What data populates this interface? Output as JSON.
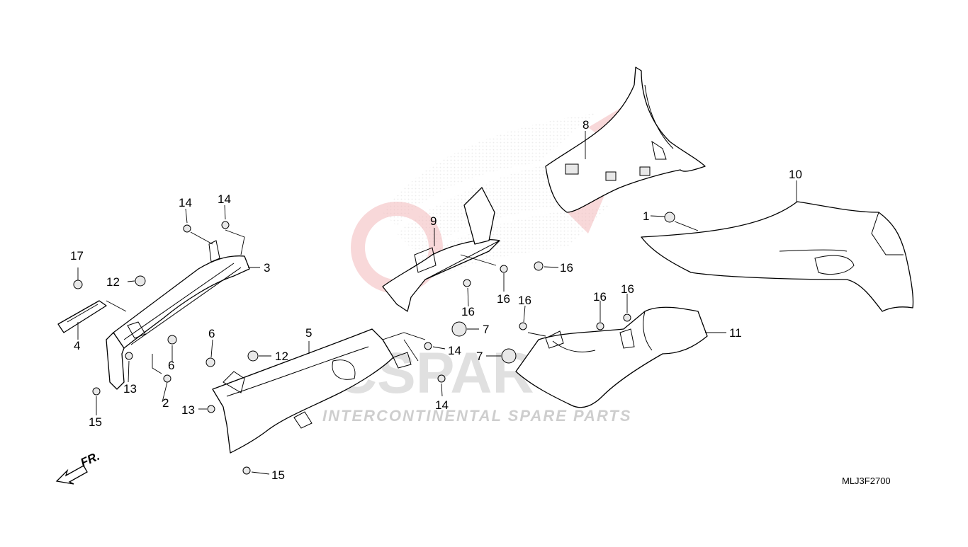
{
  "diagram": {
    "code": "MLJ3F2700",
    "front_marker": "FR.",
    "watermark": {
      "brand": "ICSPARTS",
      "tagline": "INTERCONTINENTAL SPARE PARTS",
      "color": "#d9242b"
    },
    "callouts": [
      {
        "id": "c1",
        "label": "1"
      },
      {
        "id": "c2",
        "label": "2"
      },
      {
        "id": "c3",
        "label": "3"
      },
      {
        "id": "c4",
        "label": "4"
      },
      {
        "id": "c5",
        "label": "5"
      },
      {
        "id": "c6a",
        "label": "6"
      },
      {
        "id": "c6b",
        "label": "6"
      },
      {
        "id": "c7a",
        "label": "7"
      },
      {
        "id": "c7b",
        "label": "7"
      },
      {
        "id": "c8",
        "label": "8"
      },
      {
        "id": "c9",
        "label": "9"
      },
      {
        "id": "c10",
        "label": "10"
      },
      {
        "id": "c11",
        "label": "11"
      },
      {
        "id": "c12a",
        "label": "12"
      },
      {
        "id": "c12b",
        "label": "12"
      },
      {
        "id": "c13a",
        "label": "13"
      },
      {
        "id": "c13b",
        "label": "13"
      },
      {
        "id": "c14a",
        "label": "14"
      },
      {
        "id": "c14b",
        "label": "14"
      },
      {
        "id": "c14c",
        "label": "14"
      },
      {
        "id": "c14d",
        "label": "14"
      },
      {
        "id": "c15a",
        "label": "15"
      },
      {
        "id": "c15b",
        "label": "15"
      },
      {
        "id": "c16a",
        "label": "16"
      },
      {
        "id": "c16b",
        "label": "16"
      },
      {
        "id": "c16c",
        "label": "16"
      },
      {
        "id": "c16d",
        "label": "16"
      },
      {
        "id": "c16e",
        "label": "16"
      },
      {
        "id": "c17",
        "label": "17"
      }
    ]
  }
}
